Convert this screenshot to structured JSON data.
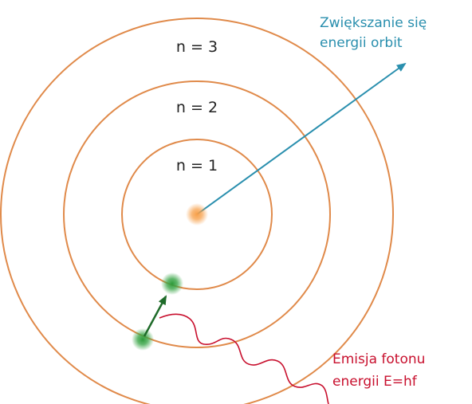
{
  "orbits": [
    {
      "level": 1,
      "label": "n = 1"
    },
    {
      "level": 2,
      "label": "n = 2"
    },
    {
      "level": 3,
      "label": "n = 3"
    }
  ],
  "energy_annotation": {
    "lines": [
      "Zwiększanie się",
      "energii orbit"
    ],
    "color": "#2a8fae"
  },
  "photon_annotation": {
    "lines": [
      "Emisja fotonu",
      "energii E=hf"
    ],
    "color": "#c8102e"
  },
  "colors": {
    "orbit": "#e08a4a",
    "nucleus": "#f39a3c",
    "electron": "#2ea043",
    "transition_arrow": "#1f7a2e",
    "photon_wave": "#c8102e"
  }
}
